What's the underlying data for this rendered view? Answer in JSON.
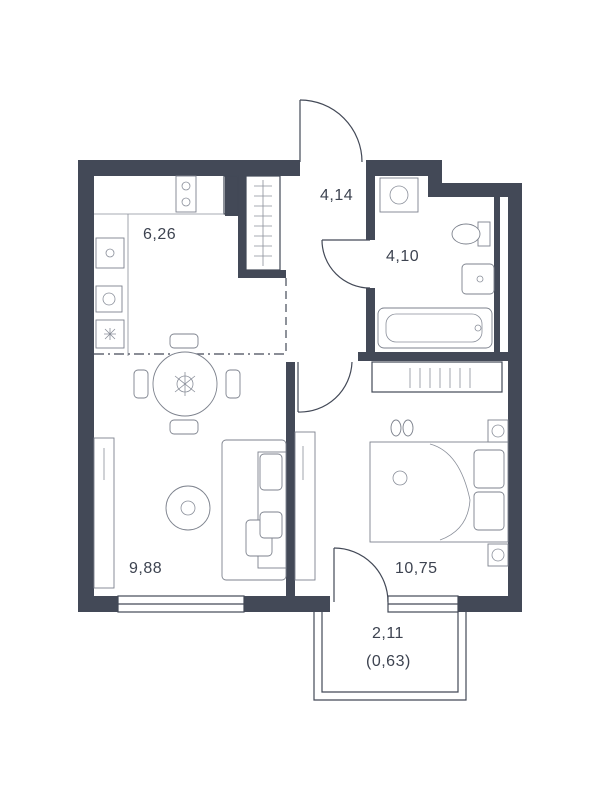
{
  "rooms": {
    "kitchen_area": "6,26",
    "hall_area": "4,14",
    "bathroom_area": "4,10",
    "living_area": "9,88",
    "bedroom_area": "10,75",
    "balcony_area": "2,11",
    "balcony_reduced_area": "(0,63)"
  },
  "colors": {
    "wall": "#434957",
    "text": "#3d4350",
    "background": "#ffffff"
  }
}
